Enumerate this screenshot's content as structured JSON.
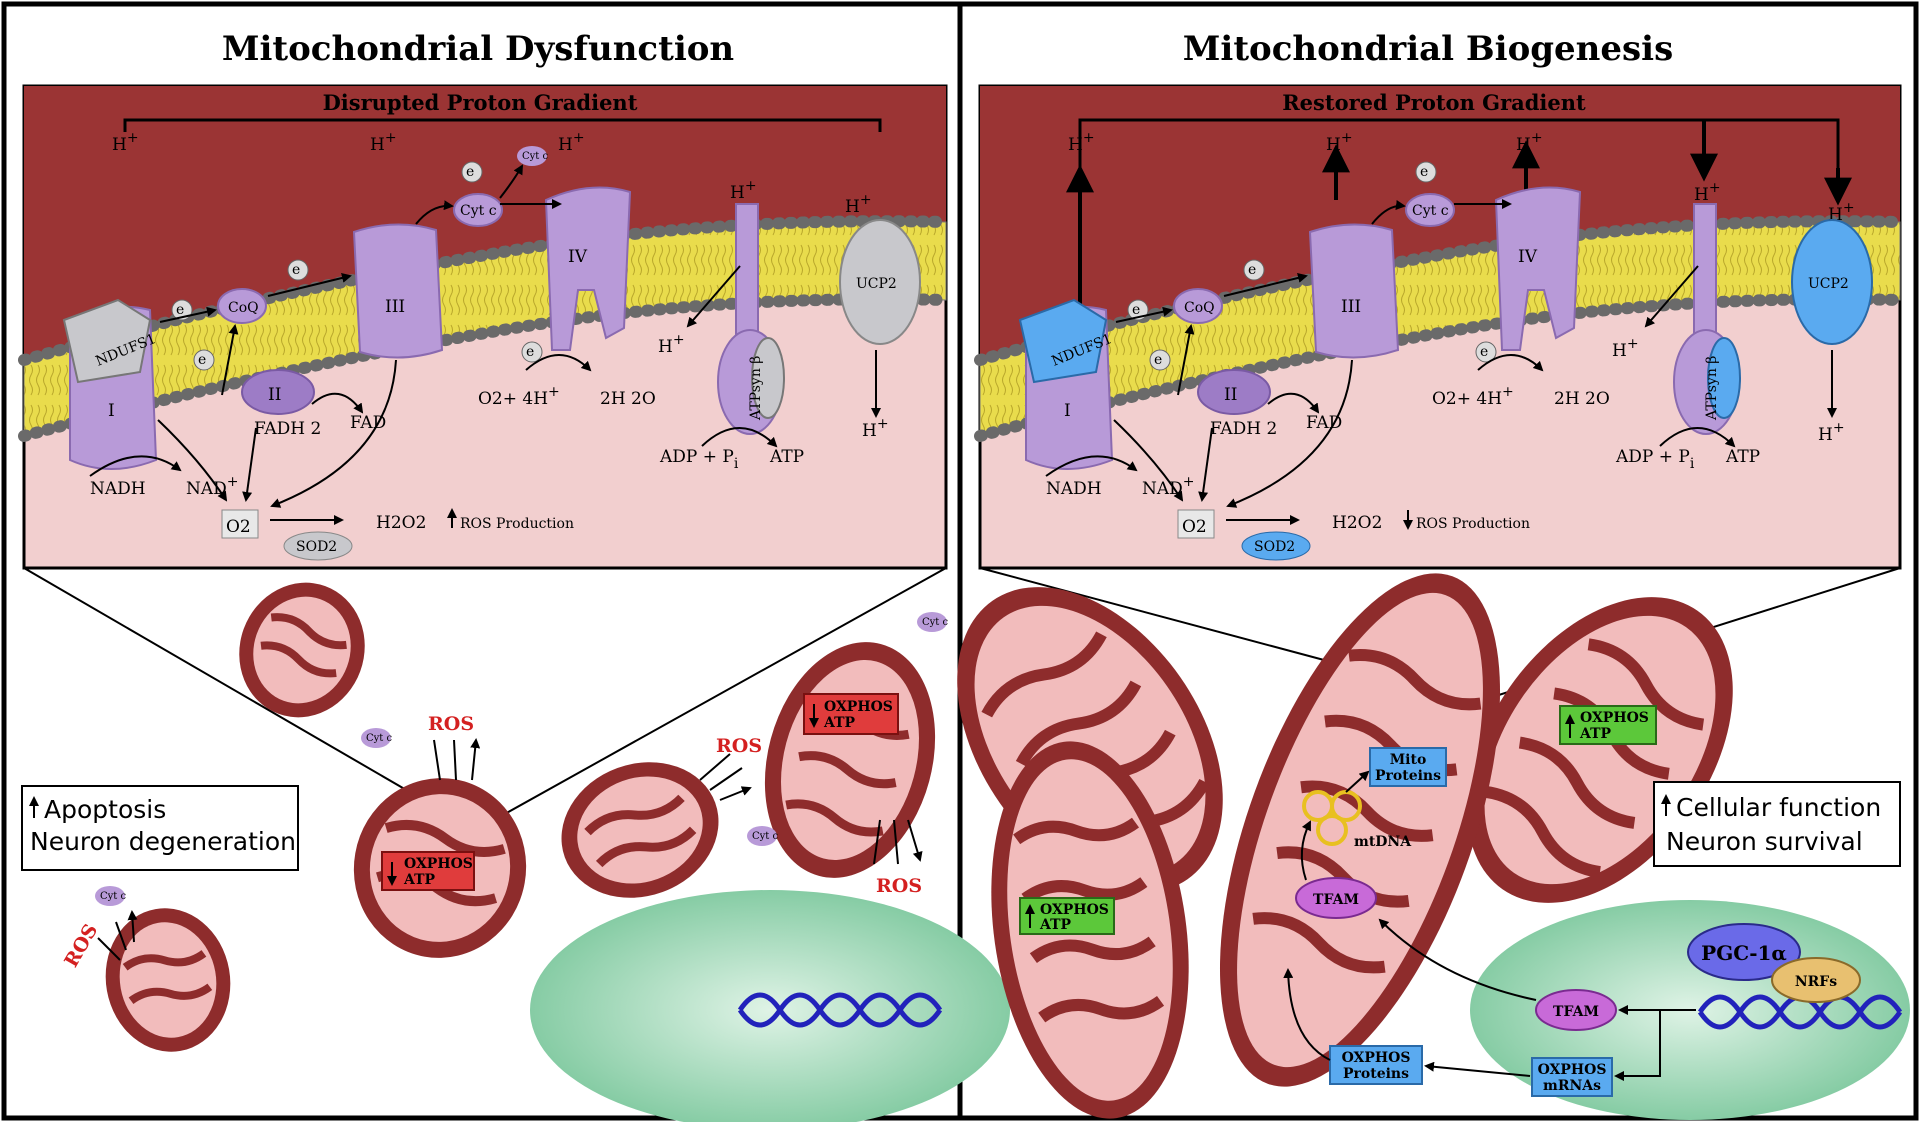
{
  "left": {
    "title": "Mitochondrial Dysfunction",
    "gradient_label": "Disrupted Proton Gradient",
    "outcome_line1": "Apoptosis",
    "outcome_line2": "Neuron degeneration",
    "ros_change": "ROS Production",
    "oxphos": "OXPHOS",
    "atp": "ATP",
    "ros": "ROS",
    "direction": "down",
    "complex_color": "#c8c8cc",
    "status_color": "#e03c3c"
  },
  "right": {
    "title": "Mitochondrial Biogenesis",
    "gradient_label": "Restored Proton Gradient",
    "outcome_line1": "Cellular function",
    "outcome_line2": "Neuron survival",
    "ros_change": "ROS Production",
    "oxphos": "OXPHOS",
    "atp": "ATP",
    "direction": "up",
    "complex_color": "#5aaaf0",
    "status_color": "#5cc83a",
    "mito_proteins_line1": "Mito",
    "mito_proteins_line2": "Proteins",
    "mtdna": "mtDNA",
    "tfam": "TFAM",
    "pgc": "PGC-1α",
    "nrfs": "NRFs",
    "oxphos_proteins_line1": "OXPHOS",
    "oxphos_proteins_line2": "Proteins",
    "oxphos_mrnas_line1": "OXPHOS",
    "oxphos_mrnas_line2": "mRNAs"
  },
  "membrane": {
    "hplus": "H",
    "plus": "+",
    "eminus": "e",
    "minus": "-",
    "complex_I": "I",
    "complex_II": "II",
    "complex_III": "III",
    "complex_IV": "IV",
    "ndufs1": "NDUFS1",
    "coq": "CoQ",
    "cytc": "Cyt c",
    "atpsyn": "ATPsyn β",
    "ucp2": "UCP2",
    "nadh": "NADH",
    "nad": "NAD",
    "fadh2": "FADH 2",
    "fad": "FAD",
    "o2_reaction": "O2+ 4H",
    "water": "2H 2O",
    "adp": "ADP + P",
    "pi_sub": "i",
    "atp": "ATP",
    "superoxide": "O2",
    "sod2": "SOD2",
    "h2o2": "H2O2"
  },
  "colors": {
    "matrix_dark": "#9b3434",
    "intermembrane": "#f2cfcf",
    "lipid_yellow": "#e8d84a",
    "protein_purple": "#b89ad8",
    "mito_outer": "#8e2c2c",
    "mito_inner": "#f2bcbc",
    "nucleus": "#8fd0a8",
    "dna_blue": "#2222bb"
  }
}
